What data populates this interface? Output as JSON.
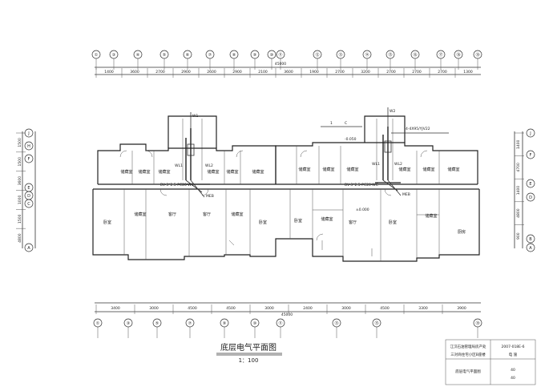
{
  "drawing": {
    "title": "底层电气平面图",
    "scale": "1：100",
    "overall_dim": "45000",
    "bottom_overall_dim": "45000"
  },
  "top_axes": [
    "①",
    "③",
    "④",
    "⑤",
    "⑥",
    "⑦",
    "⑧",
    "⑨",
    "⑩",
    "⑪",
    "⑫",
    "⑬",
    "⑭",
    "⑮",
    "⑯",
    "⑰",
    "⑱",
    "⑲"
  ],
  "top_dims": [
    "1400",
    "3600",
    "2700",
    "2900",
    "2600",
    "2900",
    "2100",
    "3600",
    "1900",
    "2700",
    "3200",
    "2700",
    "2700",
    "2700",
    "1300"
  ],
  "bottom_axes": [
    "①",
    "③",
    "⑤",
    "⑦",
    "⑨",
    "⑩",
    "⑪",
    "⑬",
    "⑮",
    "⑲"
  ],
  "bottom_dims": [
    "3400",
    "3000",
    "4500",
    "4500",
    "3000",
    "2400",
    "3000",
    "4500",
    "3300",
    "3900"
  ],
  "left_axes": [
    "J",
    "H",
    "F",
    "E",
    "D",
    "C",
    "A"
  ],
  "left_dims": [
    "1500",
    "1500",
    "3600",
    "1000",
    "1500",
    "4800"
  ],
  "right_axes": [
    "J",
    "F",
    "E",
    "D",
    "B",
    "A"
  ],
  "right_dims": [
    "1400",
    "4700",
    "1400",
    "4800",
    "900"
  ],
  "rooms": {
    "storage": "储藏室",
    "bedroom": "卧室",
    "living": "客厅",
    "living_alt": "客厅",
    "kitchen": "厨房"
  },
  "annotations": {
    "panel_left": "WL1",
    "panel_right": "WL2",
    "riser": "BV-3*2.5-PC20-WC",
    "meter": "MEB",
    "elev_top": "±0.000",
    "elev_neg": "-0.050",
    "elev_zero": "±0.000",
    "incoming": "4-4X95/YJV22",
    "section_mark": "1",
    "box_tag": "C",
    "small_tag": "W1",
    "small_tag2": "W2"
  },
  "title_block": {
    "project_line1": "江汉石油管理局房产处",
    "project_line2": "三对商住宅小区B座楼",
    "drawing_no": "2007-018E-6",
    "discipline": "电 施",
    "sheet_name": "底层电气平面图",
    "sheet_a": "40",
    "sheet_b": "40"
  }
}
